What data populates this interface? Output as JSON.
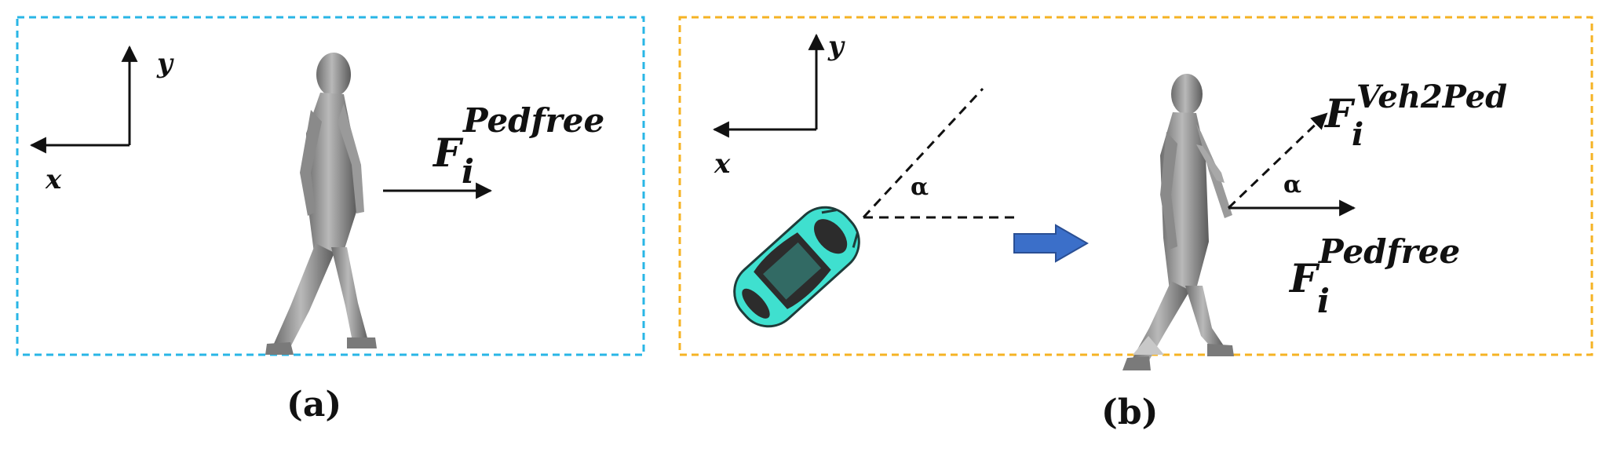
{
  "panels": [
    {
      "caption": "(a)",
      "border_color": "#29b6e6",
      "axes": {
        "x_label": "x",
        "y_label": "y"
      },
      "force": {
        "symbol": "F",
        "subscript": "i",
        "superscript": "Pedfree"
      }
    },
    {
      "caption": "(b)",
      "border_color": "#f5b324",
      "axes": {
        "x_label": "x",
        "y_label": "y"
      },
      "angle_label_car": "α",
      "angle_label_ped": "α",
      "force_veh": {
        "symbol": "F",
        "subscript": "i",
        "superscript": "Veh2Ped"
      },
      "force_free": {
        "symbol": "F",
        "subscript": "i",
        "superscript": "Pedfree"
      },
      "car_color": "#3fe0cf",
      "motion_arrow_color": "#3b6fc9"
    }
  ]
}
